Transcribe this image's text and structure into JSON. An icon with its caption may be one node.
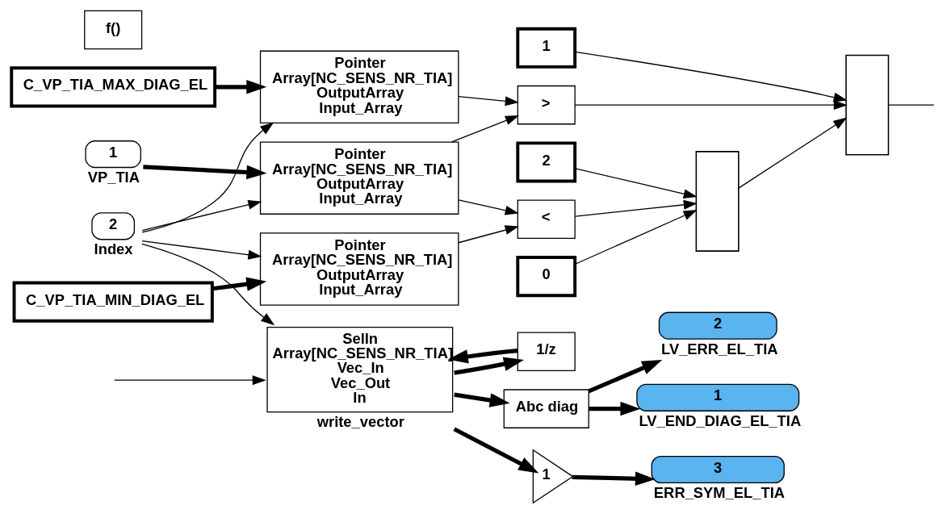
{
  "diagram": {
    "nodes": [
      {
        "text": [
          "2"
        ],
        "beside": [
          "Index"
        ]
      },
      {
        "text": [
          "1"
        ],
        "beside": [
          "VP_TIA"
        ]
      },
      {
        "text": [
          "C_VP_TIA_MAX_DIAG_EL"
        ]
      },
      {
        "text": [
          "C_VP_TIA_MIN_DIAG_EL"
        ]
      },
      {
        "text": [
          "Pointer",
          "Array[NC_SENS_NR_TIA]",
          "OutputArray",
          "Input_Array"
        ]
      },
      {
        "text": [
          "Pointer",
          "Array[NC_SENS_NR_TIA]",
          "OutputArray",
          "Input_Array"
        ]
      },
      {
        "text": [
          "Pointer",
          "Array[NC_SENS_NR_TIA]",
          "OutputArray",
          "Input_Array"
        ]
      },
      {
        "text": [
          "f()"
        ]
      },
      {
        "text": [
          "1"
        ]
      },
      {
        "text": [
          ">"
        ]
      },
      {
        "text": [],
        "shape": "box"
      },
      {
        "text": [
          "2"
        ]
      },
      {
        "text": [],
        "shape": "box"
      },
      {
        "text": [
          "<"
        ]
      },
      {
        "text": [
          "0"
        ]
      },
      {
        "text": [
          "SelIn",
          "Array[NC_SENS_NR_TIA]",
          "Vec_In",
          "Vec_Out",
          "In"
        ],
        "beside": [
          "write_vector"
        ]
      },
      {
        "text": [
          "1/z"
        ]
      },
      {
        "text": [
          "Abc diag"
        ]
      },
      {
        "text": [
          "1"
        ]
      },
      {
        "text": [
          "1"
        ],
        "beside": [
          "LV_END_DIAG_EL_TIA"
        ]
      },
      {
        "text": [
          "2"
        ],
        "beside": [
          "LV_ERR_EL_TIA"
        ]
      },
      {
        "text": [
          "3"
        ],
        "beside": [
          "ERR_SYM_EL_TIA"
        ]
      }
    ],
    "edges": [
      {
        "from": 0,
        "to": 4,
        "arrow": "to"
      },
      {
        "from": 0,
        "to": 5,
        "arrow": "to"
      },
      {
        "from": 0,
        "to": 6,
        "arrow": "to"
      },
      {
        "from": 0,
        "to": 15,
        "arrow": "to"
      },
      {
        "from": 1,
        "to": 4,
        "arrow": "to",
        "style": "thick"
      },
      {
        "from": 2,
        "to": 5,
        "arrow": "to",
        "style": "thick"
      },
      {
        "from": 3,
        "to": 6,
        "arrow": "to",
        "style": "thick"
      },
      {
        "from": 4,
        "to": 9,
        "arrow": "to"
      },
      {
        "from": 4,
        "to": 13,
        "arrow": "to"
      },
      {
        "from": 5,
        "to": 9,
        "arrow": "to"
      },
      {
        "from": 6,
        "to": 13,
        "arrow": "to"
      },
      {
        "from": 8,
        "to": 10,
        "arrow": "to"
      },
      {
        "from": 9,
        "to": 10,
        "arrow": "to"
      },
      {
        "from": 12,
        "to": 10,
        "arrow": "to"
      },
      {
        "from": 11,
        "to": 12,
        "arrow": "to"
      },
      {
        "from": 13,
        "to": 12,
        "arrow": "to"
      },
      {
        "from": 14,
        "to": 12,
        "arrow": "to"
      },
      {
        "from": 10,
        "to": null,
        "arrow": "none"
      },
      {
        "from": null,
        "to": 15,
        "arrow": "to"
      },
      {
        "from": 16,
        "to": 15,
        "arrow": "to",
        "style": "thick"
      },
      {
        "from": 15,
        "to": 17,
        "arrow": "to",
        "style": "thick"
      },
      {
        "from": 15,
        "to": 18,
        "arrow": "to",
        "style": "thick"
      },
      {
        "from": 15,
        "to": 16,
        "arrow": "to",
        "style": "thick"
      },
      {
        "from": 17,
        "to": 19,
        "arrow": "to",
        "style": "thick"
      },
      {
        "from": 17,
        "to": 20,
        "arrow": "to",
        "style": "thick"
      },
      {
        "from": 18,
        "to": 21,
        "arrow": "to",
        "style": "thick"
      }
    ]
  }
}
